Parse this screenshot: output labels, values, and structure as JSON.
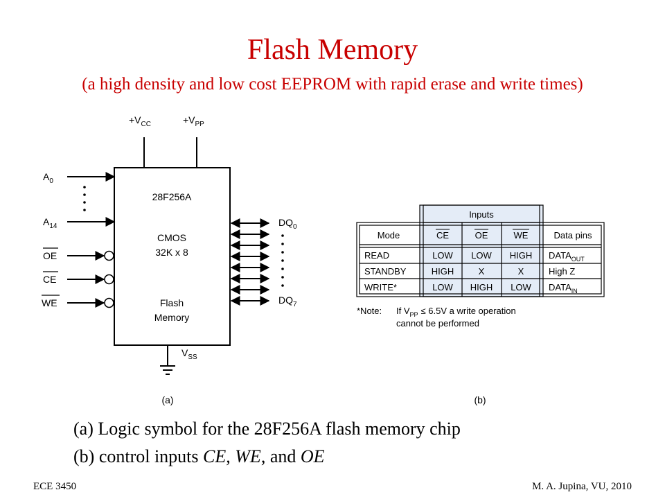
{
  "slide": {
    "title": "Flash Memory",
    "subtitle": "(a high density and low cost EEPROM with rapid erase and write times)",
    "caption_a_prefix": "(a) Logic symbol",
    "caption_a_rest": "for the 28F256A flash memory chip",
    "caption_b_prefix": "(b) control inputs",
    "caption_b_ce": "CE",
    "caption_b_sep1": ",",
    "caption_b_we": "WE",
    "caption_b_sep2": ", and",
    "caption_b_oe": "OE",
    "footer_left": "ECE 3450",
    "footer_right": "M. A. Jupina, VU, 2010"
  },
  "symbol": {
    "vcc_main": "+V",
    "vcc_sub": "CC",
    "vpp_main": "+V",
    "vpp_sub": "PP",
    "a0_main": "A",
    "a0_sub": "0",
    "a14_main": "A",
    "a14_sub": "14",
    "oe": "OE",
    "ce": "CE",
    "we": "WE",
    "chip": "28F256A",
    "tech": "CMOS",
    "org": "32K x 8",
    "type_line1": "Flash",
    "type_line2": "Memory",
    "vss_main": "V",
    "vss_sub": "SS",
    "dq0_main": "DQ",
    "dq0_sub": "0",
    "dq7_main": "DQ",
    "dq7_sub": "7",
    "label": "(a)"
  },
  "table": {
    "inputs_header": "Inputs",
    "mode_header": "Mode",
    "ce_header": "CE",
    "oe_header": "OE",
    "we_header": "WE",
    "datapins_header": "Data pins",
    "rows": [
      {
        "mode": "READ",
        "ce": "LOW",
        "oe": "LOW",
        "we": "HIGH",
        "data_main": "DATA",
        "data_sub": "OUT"
      },
      {
        "mode": "STANDBY",
        "ce": "HIGH",
        "oe": "X",
        "we": "X",
        "data_main": "High Z",
        "data_sub": ""
      },
      {
        "mode": "WRITE*",
        "ce": "LOW",
        "oe": "HIGH",
        "we": "LOW",
        "data_main": "DATA",
        "data_sub": "IN"
      }
    ],
    "note_prefix": "*Note:",
    "note_if": "If V",
    "note_sub": "PP",
    "note_cond": "≤ 6.5V a write operation",
    "note_line2": "cannot be performed",
    "label": "(b)"
  },
  "colors": {
    "title": "#c80000",
    "inputs_highlight": "#e4ecf7",
    "line": "#000000"
  }
}
